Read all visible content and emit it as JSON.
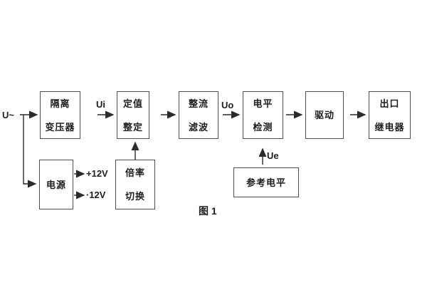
{
  "figure": {
    "caption": "图 1"
  },
  "labels": {
    "input": "U~",
    "ui": "Ui",
    "uo": "Uo",
    "ue": "Ue",
    "plus12v": "+12V",
    "minus12v": "·12V"
  },
  "boxes": {
    "isolation_transformer": {
      "line1": "隔离",
      "line2": "变压器"
    },
    "setting_adjust": {
      "line1": "定值",
      "line2": "整定"
    },
    "rectify_filter": {
      "line1": "整流",
      "line2": "滤波"
    },
    "level_detect": {
      "line1": "电平",
      "line2": "检测"
    },
    "drive": {
      "label": "驱动"
    },
    "output_relay": {
      "line1": "出口",
      "line2": "继电器"
    },
    "power_supply": {
      "label": "电源"
    },
    "ratio_switch": {
      "line1": "倍率",
      "line2": "切换"
    },
    "reference_level": {
      "label": "参考电平"
    }
  },
  "colors": {
    "line": "#2b2b2b",
    "border": "#4e4e4e",
    "text": "#1d1d1d",
    "background": "#ffffff"
  }
}
